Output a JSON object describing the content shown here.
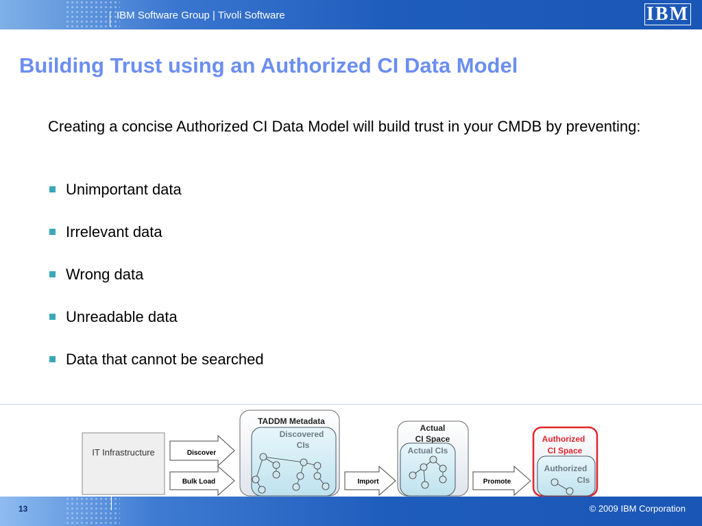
{
  "header": {
    "group": "IBM Software Group | Tivoli Software",
    "logo": "IBM"
  },
  "title": "Building Trust using an Authorized CI Data Model",
  "intro": "Creating a concise Authorized CI Data Model will build trust in your CMDB by preventing:",
  "bullets": [
    "Unimportant data",
    "Irrelevant data",
    "Wrong data",
    "Unreadable data",
    "Data that cannot be searched"
  ],
  "diagram": {
    "it_infrastructure": "IT Infrastructure",
    "discover": "Discover",
    "bulk_load": "Bulk Load",
    "taddm_metadata": "TADDM Metadata",
    "discovered_cis_1": "Discovered",
    "discovered_cis_2": "CIs",
    "import": "Import",
    "actual_space_1": "Actual",
    "actual_space_2": "CI Space",
    "actual_cis": "Actual CIs",
    "promote": "Promote",
    "authorized_space_1": "Authorized",
    "authorized_space_2": "CI Space",
    "authorized_cis_1": "Authorized",
    "authorized_cis_2": "CIs"
  },
  "footer": {
    "page_number": "13",
    "copyright": "© 2009 IBM Corporation"
  },
  "colors": {
    "title": "#6b8ef0",
    "bullet": "#3aa8b6",
    "authorized_border": "#e1252d",
    "bar": "#1f5dbd"
  }
}
